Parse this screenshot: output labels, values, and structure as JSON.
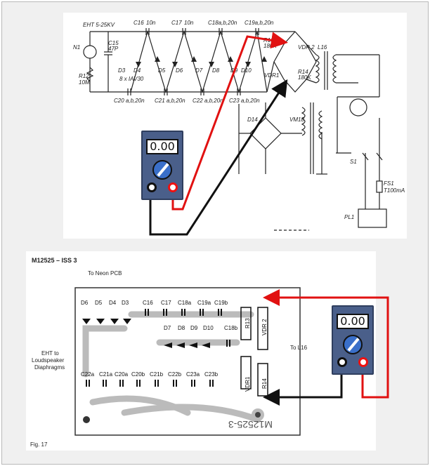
{
  "top_schematic": {
    "labels": {
      "eht": "EHT 5-25KV",
      "n1": "N1",
      "c15": "C15",
      "c15_val": "47P",
      "r12": "R12",
      "r12_val": "10M",
      "c16": "C16",
      "c16_val": "10n",
      "c17": "C17",
      "c17_val": "10n",
      "c18": "C18a,b,20n",
      "c19": "C19a,b,20n",
      "d3": "D3",
      "d4": "D4",
      "d5": "D5",
      "d6": "D6",
      "d7": "D7",
      "d8": "D8",
      "d9": "D9",
      "d10": "D10",
      "diode_spec": "8 x IAV30",
      "c20": "C20 a,b,20n",
      "c21": "C21 a,b,20n",
      "c22": "C22 a,b,20n",
      "c23": "C23 a,b,20n",
      "r13": "R13",
      "r13_val": "180K",
      "vdr2": "VDR 2",
      "vdr1": "VDR1",
      "r14": "R14",
      "r14_val": "180K",
      "l16": "L16",
      "d14": "D14",
      "vm18": "VM18",
      "s1": "S1",
      "fs1": "FS1",
      "fs1_val": "T100mA",
      "pl1": "PL1"
    }
  },
  "bottom_pcb": {
    "title": "M12525 – ISS 3",
    "to_neon": "To Neon PCB",
    "eht_line1": "EHT to",
    "eht_line2": "Loudspeaker",
    "eht_line3": "Diaphragms",
    "to_l16": "To L16",
    "board_number": "M12525-3",
    "fig": "Fig. 17",
    "components": {
      "d6": "D6",
      "d5": "D5",
      "d4": "D4",
      "d3": "D3",
      "c16": "C16",
      "c17": "C17",
      "c18a": "C18a",
      "c19a": "C19a",
      "c19b": "C19b",
      "d7": "D7",
      "d8": "D8",
      "d9": "D9",
      "d10": "D10",
      "c18b": "C18b",
      "c22a": "C22a",
      "c21a": "C21a",
      "c20a": "C20a",
      "c20b": "C20b",
      "c21b": "C21b",
      "c22b": "C22b",
      "c23a": "C23a",
      "c23b": "C23b",
      "r13": "R13",
      "vdr2": "VDR 2",
      "vdr1": "VDR1",
      "r14": "R14"
    }
  },
  "meters": {
    "top": {
      "reading": "0.00"
    },
    "bottom": {
      "reading": "0.00"
    }
  },
  "colors": {
    "red_probe": "#e11111",
    "black_probe": "#111111",
    "meter_body": "#4a5f8a",
    "dial": "#3a6fc9"
  }
}
